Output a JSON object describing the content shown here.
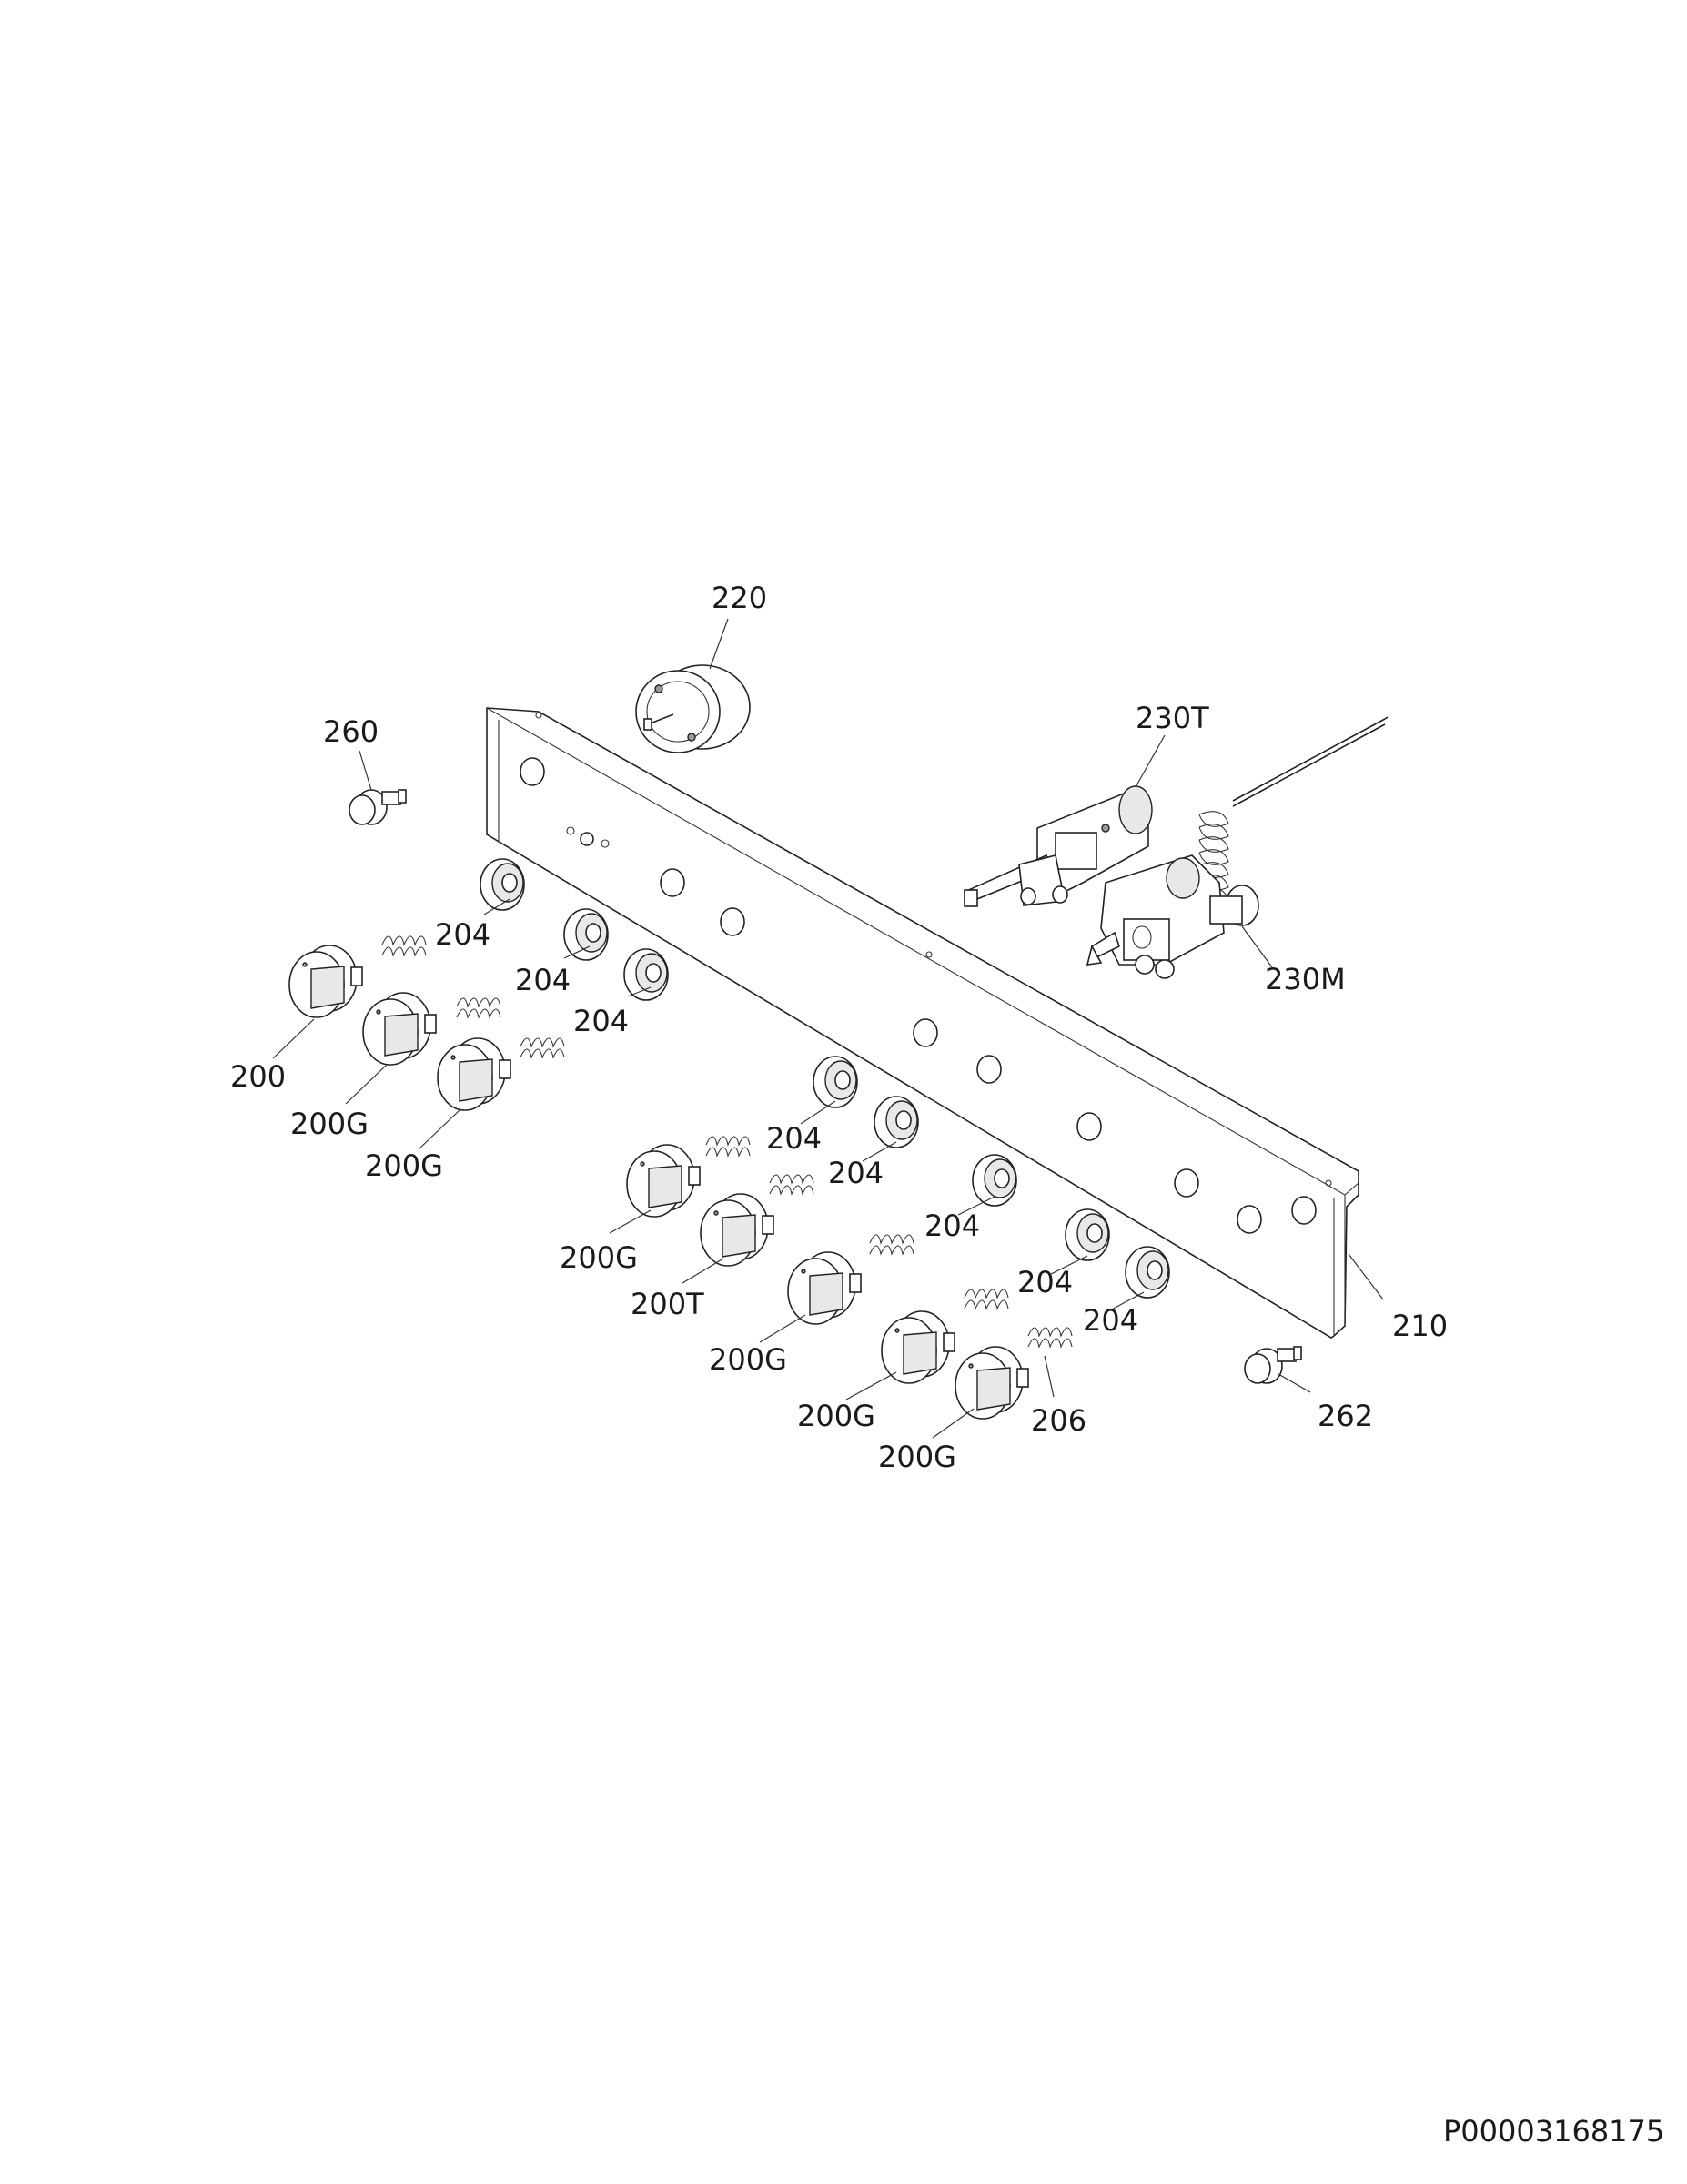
{
  "diagram": {
    "document_id": "P00003168175",
    "labels": {
      "l220": "220",
      "l260": "260",
      "l230T": "230T",
      "l230M": "230M",
      "l204a": "204",
      "l204b": "204",
      "l204c": "204",
      "l200": "200",
      "l200Ga": "200G",
      "l200Gb": "200G",
      "l204d": "204",
      "l204e": "204",
      "l204f": "204",
      "l204g": "204",
      "l204h": "204",
      "l210": "210",
      "l200Gc": "200G",
      "l200T": "200T",
      "l200Gd": "200G",
      "l200Ge": "200G",
      "l200Gf": "200G",
      "l206": "206",
      "l262": "262"
    }
  }
}
